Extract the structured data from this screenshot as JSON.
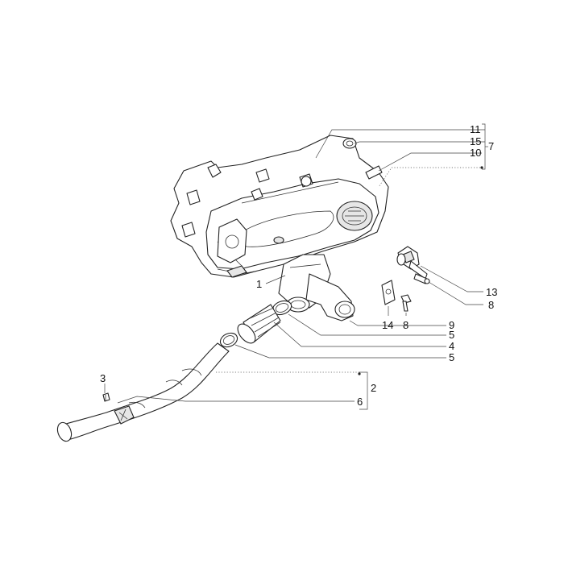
{
  "callouts": {
    "c1": "1",
    "c2": "2",
    "c3": "3",
    "c4": "4",
    "c5a": "5",
    "c5b": "5",
    "c6": "6",
    "c7": "7",
    "c8a": "8",
    "c8b": "8",
    "c9": "9",
    "c10": "10",
    "c11": "11",
    "c13": "13",
    "c14": "14",
    "c15": "15"
  }
}
